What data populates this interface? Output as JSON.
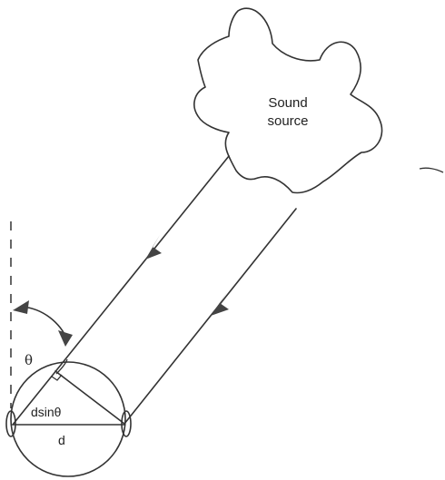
{
  "diagram": {
    "source_label_line1": "Sound",
    "source_label_line2": "source",
    "angle_label": "θ",
    "path_difference_label": "dsinθ",
    "ear_distance_label": "d"
  }
}
